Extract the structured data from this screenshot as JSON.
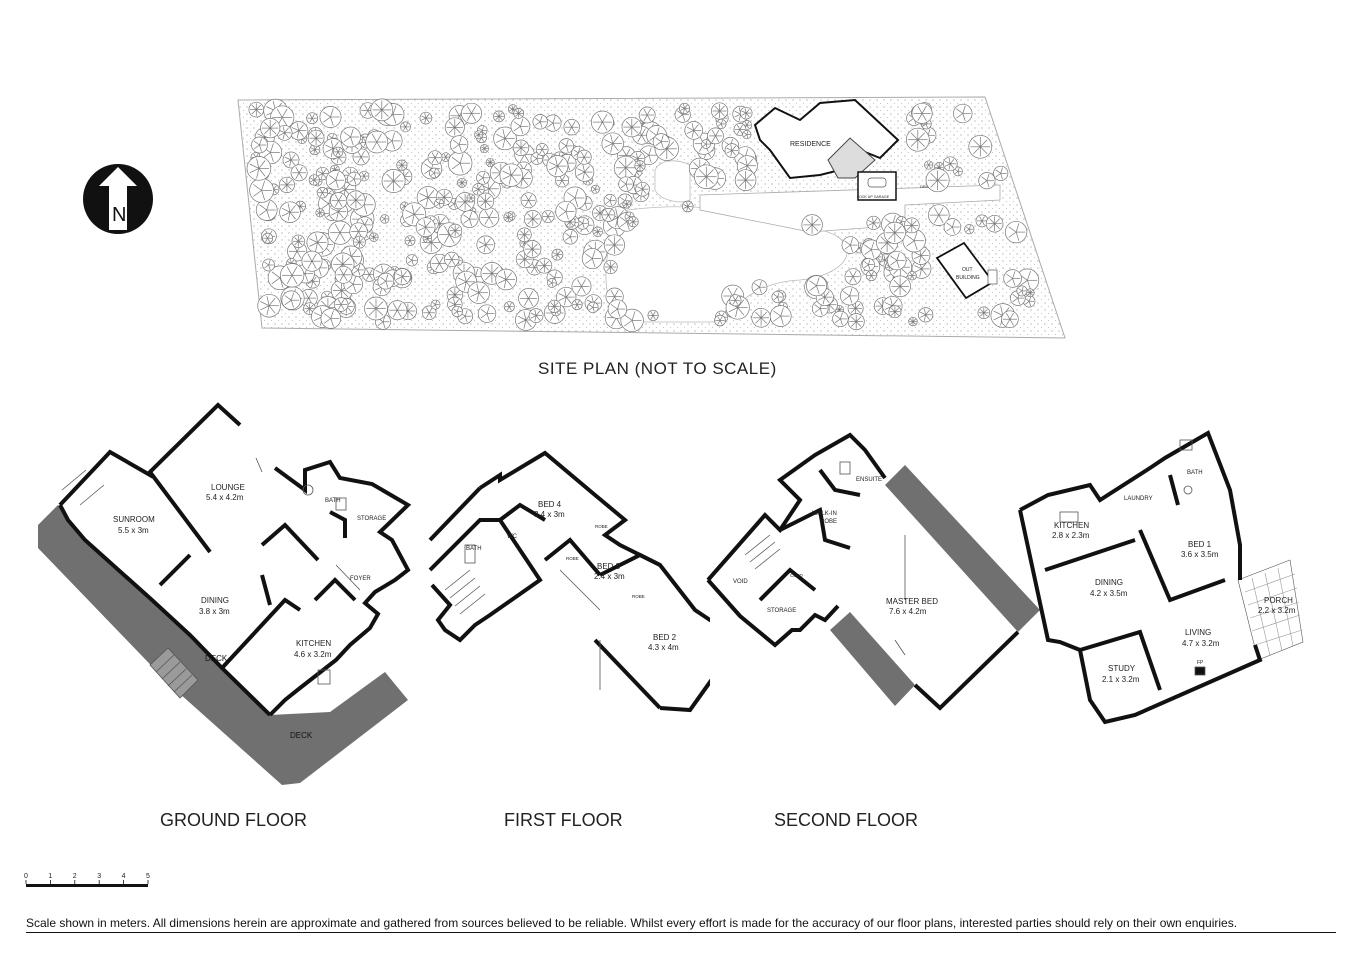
{
  "site_plan": {
    "title": "SITE PLAN (NOT TO SCALE)",
    "labels": {
      "residence": "RESIDENCE",
      "garage": "LOCK UP GARAGE",
      "driveway": "DRIVEWAY",
      "outbuilding_1": "OUT",
      "outbuilding_2": "BUILDING"
    },
    "compass": "N"
  },
  "floors": {
    "ground": {
      "title": "GROUND FLOOR",
      "rooms": {
        "lounge": {
          "name": "LOUNGE",
          "size": "5.4 x 4.2m"
        },
        "sunroom": {
          "name": "SUNROOM",
          "size": "5.5 x 3m"
        },
        "dining": {
          "name": "DINING",
          "size": "3.8 x 3m"
        },
        "kitchen": {
          "name": "KITCHEN",
          "size": "4.6 x 3.2m"
        },
        "bath": {
          "name": "BATH"
        },
        "storage": {
          "name": "STORAGE"
        },
        "foyer": {
          "name": "FOYER"
        },
        "deck1": {
          "name": "DECK"
        },
        "deck2": {
          "name": "DECK"
        }
      }
    },
    "first": {
      "title": "FIRST FLOOR",
      "rooms": {
        "bed4": {
          "name": "BED 4",
          "size": "3.4 x 3m"
        },
        "bed3": {
          "name": "BED 3",
          "size": "2.4 x 3m"
        },
        "bed2": {
          "name": "BED 2",
          "size": "4.3 x 4m"
        },
        "bath": {
          "name": "BATH"
        },
        "wc": {
          "name": "WC"
        },
        "robe1": {
          "name": "ROBE"
        },
        "robe2": {
          "name": "ROBE"
        },
        "robe3": {
          "name": "ROBE"
        }
      }
    },
    "second": {
      "title": "SECOND FLOOR",
      "rooms": {
        "master": {
          "name": "MASTER BED",
          "size": "7.6 x 4.2m"
        },
        "walkin1": {
          "name": "WALK-IN"
        },
        "walkin2": {
          "name": "ROBE"
        },
        "ensuite": {
          "name": "ENSUITE"
        },
        "void": {
          "name": "VOID"
        },
        "storage": {
          "name": "STORAGE"
        },
        "cupd": {
          "name": "CUPD"
        }
      }
    },
    "outbuilding": {
      "rooms": {
        "kitchen": {
          "name": "KITCHEN",
          "size": "2.8 x 2.3m"
        },
        "laundry": {
          "name": "LAUNDRY"
        },
        "bath": {
          "name": "BATH"
        },
        "bed1": {
          "name": "BED 1",
          "size": "3.6 x 3.5m"
        },
        "dining": {
          "name": "DINING",
          "size": "4.2 x 3.5m"
        },
        "living": {
          "name": "LIVING",
          "size": "4.7 x 3.2m"
        },
        "porch": {
          "name": "PORCH",
          "size": "2.2 x 3.2m"
        },
        "study": {
          "name": "STUDY",
          "size": "2.1 x 3.2m"
        },
        "fp": {
          "name": "FP"
        }
      }
    }
  },
  "scale_bar": {
    "ticks": [
      "0",
      "1",
      "2",
      "3",
      "4",
      "5"
    ]
  },
  "disclaimer": "Scale shown in meters. All dimensions herein are approximate and gathered from sources believed to be  reliable. Whilst every effort is made for the accuracy of our floor plans, interested parties should rely on their own enquiries."
}
